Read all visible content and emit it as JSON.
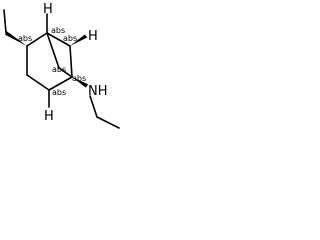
{
  "molecule": {
    "atoms": {
      "h_top": "H",
      "h_right": "H",
      "h_bottom": "H",
      "nh": "NH"
    },
    "stereo_labels": {
      "c_left": "abs",
      "c_top": "abs",
      "c_top_right": "abs",
      "c_mid": "abs",
      "c_right": "abs",
      "c_bottom": "abs"
    }
  }
}
